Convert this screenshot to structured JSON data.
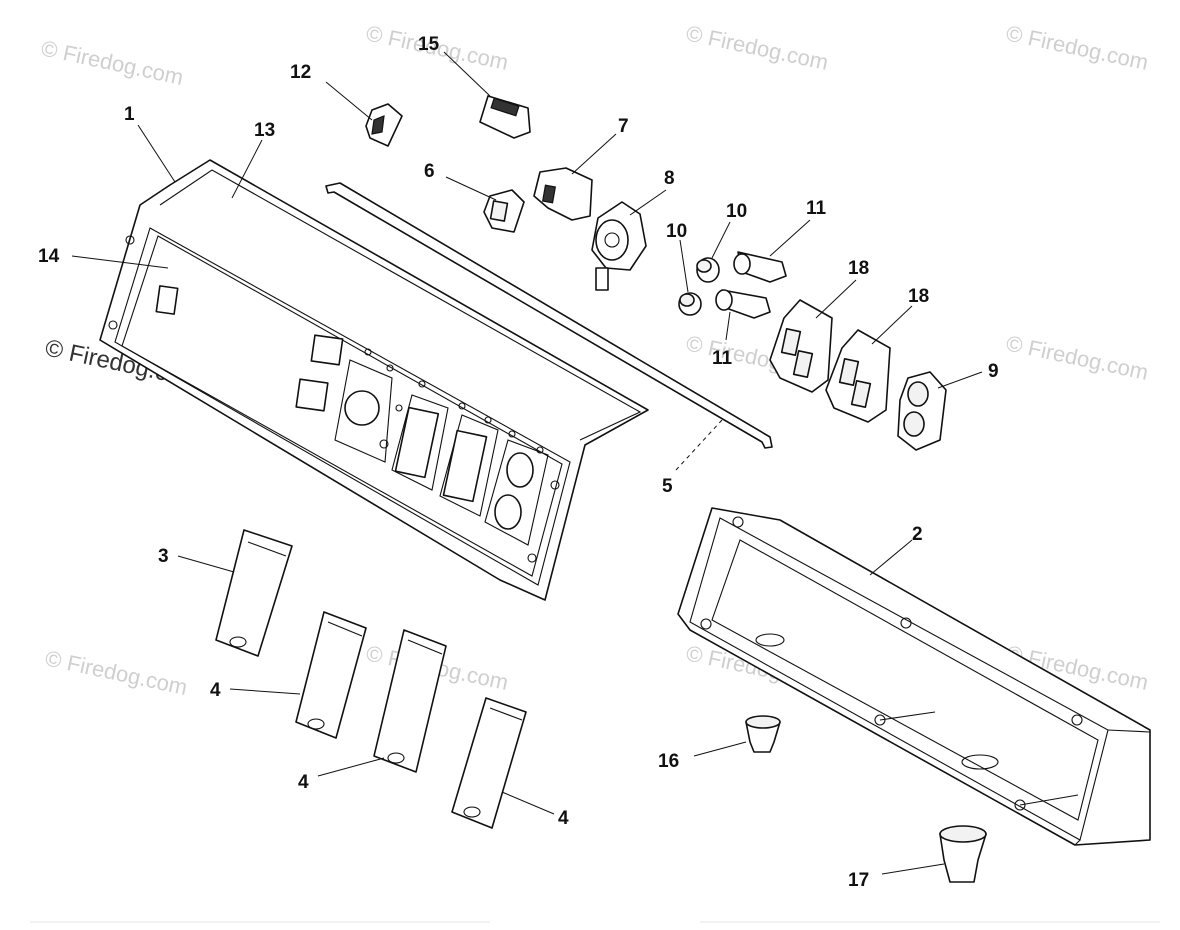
{
  "watermark": {
    "text": "© Firedog.com"
  },
  "callouts": {
    "c1": "1",
    "c2": "2",
    "c3": "3",
    "c4a": "4",
    "c4b": "4",
    "c4c": "4",
    "c5": "5",
    "c6": "6",
    "c7": "7",
    "c8": "8",
    "c9": "9",
    "c10a": "10",
    "c10b": "10",
    "c11a": "11",
    "c11b": "11",
    "c12": "12",
    "c13": "13",
    "c14": "14",
    "c15": "15",
    "c16": "16",
    "c17": "17",
    "c18a": "18",
    "c18b": "18"
  },
  "colors": {
    "line": "#111111",
    "watermark": "#cfcfcf",
    "background": "#ffffff"
  }
}
